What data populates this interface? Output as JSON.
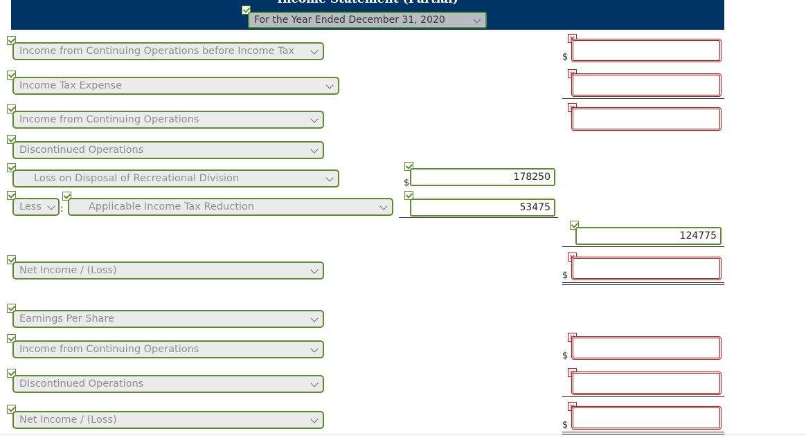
{
  "header": {
    "title": "Income Statement (Partial)",
    "period": "For the Year Ended December 31, 2020"
  },
  "rows": {
    "r1": "Income from Continuing Operations before Income Tax",
    "r2": "Income Tax Expense",
    "r3": "Income from Continuing Operations",
    "r4": "Discontinued Operations",
    "r5": "Loss on Disposal of Recreational Division",
    "r6_prefix": "Less",
    "r6_sep": ":",
    "r6": "Applicable Income Tax Reduction",
    "r7": "Net Income / (Loss)",
    "r8": "Earnings Per Share",
    "r9": "Income from Continuing Operations",
    "r10": "Discontinued Operations",
    "r11": "Net Income / (Loss)"
  },
  "values": {
    "loss_on_disposal": "178250",
    "tax_reduction": "53475",
    "discontinued_net": "124775"
  },
  "currency": "$",
  "status_colors": {
    "correct": "#5d8c2a",
    "incorrect": "#cc1111",
    "header_bg": "#003366"
  }
}
